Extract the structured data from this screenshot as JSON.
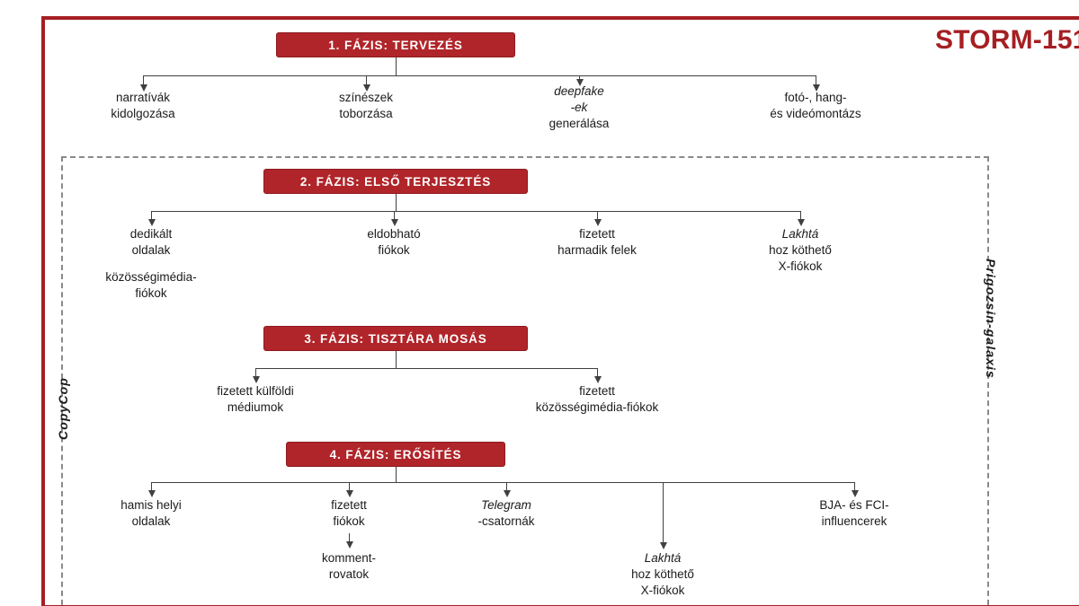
{
  "document": {
    "title": "STORM-151",
    "frame_color": "#a51f23",
    "phase_bar_color": "#b0252a",
    "connector_color": "#404040",
    "dashed_box_color": "#8a8a8a"
  },
  "side_labels": {
    "left": "CopyCop",
    "right": "Prigozsin-galaxis"
  },
  "phases": [
    {
      "id": "phase-1",
      "label": "1. FÁZIS: TERVEZÉS",
      "nodes": [
        {
          "id": "narrativak",
          "lines": [
            "narratívák",
            "kidolgozása"
          ],
          "italic_lines": []
        },
        {
          "id": "szineszek",
          "lines": [
            "színészek",
            "toborzása"
          ],
          "italic_lines": []
        },
        {
          "id": "deepfake",
          "lines": [
            "deepfake",
            "-ek",
            "generálása"
          ],
          "italic_lines": [
            0,
            1
          ]
        },
        {
          "id": "foto-hang",
          "lines": [
            "fotó-, hang-",
            "és videómontázs"
          ],
          "italic_lines": []
        }
      ]
    },
    {
      "id": "phase-2",
      "label": "2. FÁZIS: ELSŐ TERJESZTÉS",
      "nodes": [
        {
          "id": "dedikalt-oldalak",
          "lines": [
            "dedikált",
            "oldalak"
          ],
          "italic_lines": []
        },
        {
          "id": "kozossegimedia-fiokok",
          "lines": [
            "közösségimédia-",
            "fiókok"
          ],
          "italic_lines": []
        },
        {
          "id": "eldobhato-fiokok",
          "lines": [
            "eldobható",
            "fiókok"
          ],
          "italic_lines": []
        },
        {
          "id": "fizetett-harmadik-felek",
          "lines": [
            "fizetett",
            "harmadik felek"
          ],
          "italic_lines": []
        },
        {
          "id": "lakhta-x-fiokok",
          "lines": [
            "Lakhtá",
            "hoz köthető",
            "X-fiókok"
          ],
          "italic_lines": [
            0
          ]
        }
      ]
    },
    {
      "id": "phase-3",
      "label": "3. FÁZIS: TISZTÁRA MOSÁS",
      "nodes": [
        {
          "id": "fizetett-kulfoldi-mediumok",
          "lines": [
            "fizetett külföldi",
            "médiumok"
          ],
          "italic_lines": []
        },
        {
          "id": "fizetett-kozossegimedia-fiokok",
          "lines": [
            "fizetett",
            "közösségimédia-fiókok"
          ],
          "italic_lines": []
        }
      ]
    },
    {
      "id": "phase-4",
      "label": "4. FÁZIS: ERŐSÍTÉS",
      "nodes": [
        {
          "id": "hamis-helyi-oldalak",
          "lines": [
            "hamis helyi",
            "oldalak"
          ],
          "italic_lines": []
        },
        {
          "id": "fizetett-fiokok",
          "lines": [
            "fizetett",
            "fiókok"
          ],
          "italic_lines": []
        },
        {
          "id": "komment-rovatok",
          "lines": [
            "komment-",
            "rovatok"
          ],
          "italic_lines": []
        },
        {
          "id": "telegram-csatornak",
          "lines": [
            "Telegram",
            "-csatornák"
          ],
          "italic_lines": [
            0
          ]
        },
        {
          "id": "lakhta-x-fiokok-2",
          "lines": [
            "Lakhtá",
            "hoz köthető",
            "X-fiókok"
          ],
          "italic_lines": [
            0
          ]
        },
        {
          "id": "bja-fci-influencerek",
          "lines": [
            "BJA- és FCI-",
            "influencerek"
          ],
          "italic_lines": []
        }
      ]
    }
  ]
}
